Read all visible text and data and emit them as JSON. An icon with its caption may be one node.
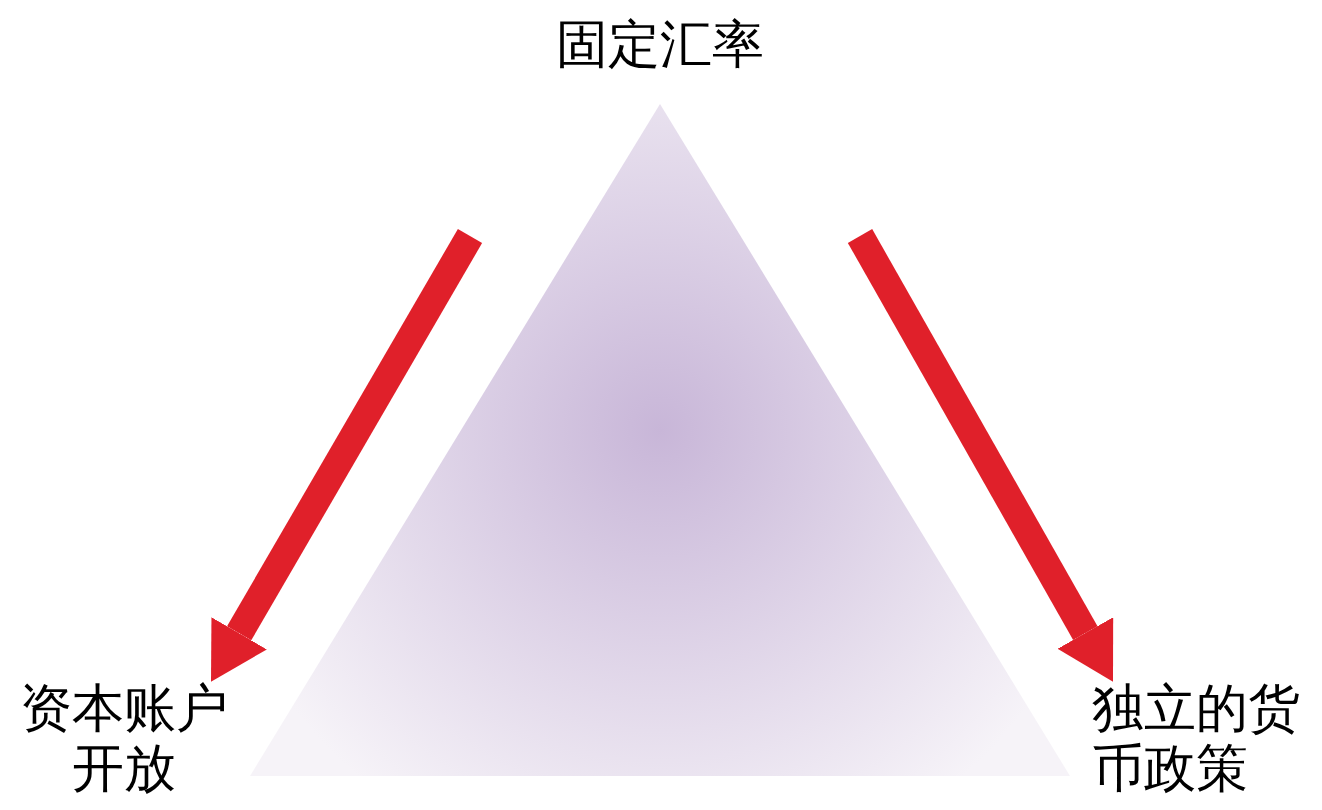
{
  "diagram": {
    "nodes": [
      {
        "text": [
          "固定汇率"
        ]
      },
      {
        "text": [
          "资本账户开放"
        ]
      },
      {
        "text": [
          "独立的货币政策"
        ]
      }
    ],
    "edges": [
      {
        "from": null,
        "to": 1,
        "arrow": "to"
      },
      {
        "from": null,
        "to": 2,
        "arrow": "to"
      }
    ]
  }
}
